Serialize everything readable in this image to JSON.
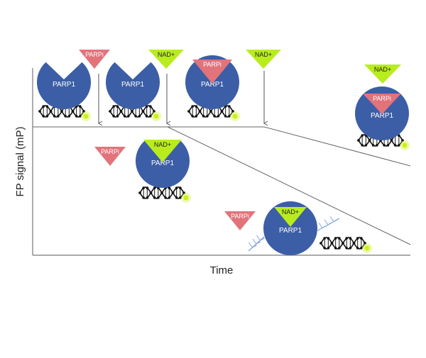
{
  "axes": {
    "ylabel": "FP signal (mP)",
    "xlabel": "Time"
  },
  "labels": {
    "parp1": "PARP1",
    "parpi": "PARPi",
    "nad": "NAD+"
  },
  "colors": {
    "parp1": "#3C5EA6",
    "parpi": "#E2737B",
    "nad": "#B8EC1D",
    "dna": "#111111",
    "fluorophore": "#CCF015",
    "par_chain": "#7FA5D6",
    "axis": "#777777"
  }
}
